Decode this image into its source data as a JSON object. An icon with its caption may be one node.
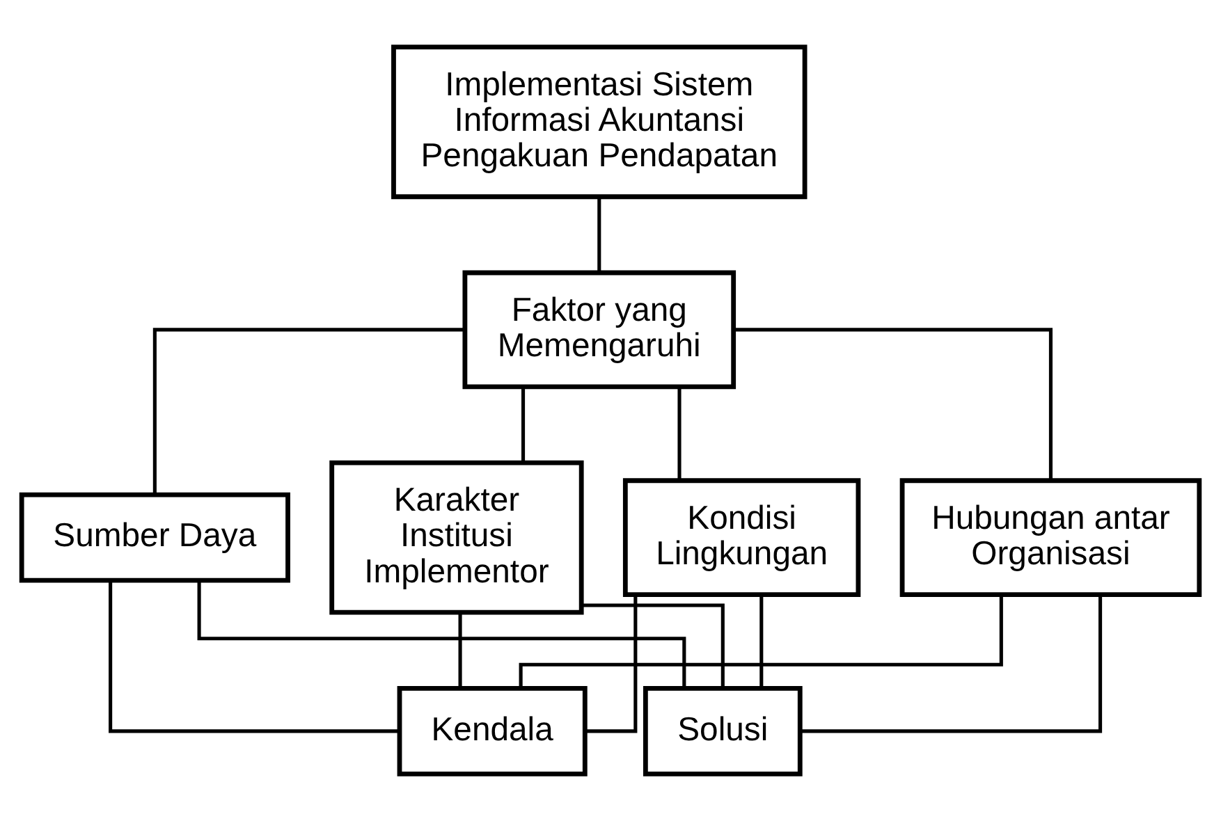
{
  "diagram": {
    "nodes": [
      {
        "text": [
          "Implementasi Sistem Informasi Akuntansi Pengakuan Pendapatan"
        ]
      },
      {
        "text": [
          "Faktor yang Memengaruhi"
        ]
      },
      {
        "text": [
          "Kondisi Lingkungan"
        ]
      },
      {
        "text": [
          "Hubungan antar Organisasi"
        ]
      },
      {
        "text": [
          "Sumber Daya"
        ]
      },
      {
        "text": [
          "Karakter Institusi Implementor"
        ]
      },
      {
        "text": [
          "Kendala"
        ]
      },
      {
        "text": [
          "Solusi"
        ]
      }
    ],
    "edges": [
      {
        "from": 0,
        "to": 1,
        "arrow": "none"
      },
      {
        "from": 1,
        "to": 2,
        "arrow": "none"
      },
      {
        "from": 1,
        "to": 3,
        "arrow": "none"
      },
      {
        "from": 1,
        "to": 4,
        "arrow": "none"
      },
      {
        "from": 1,
        "to": 5,
        "arrow": "none"
      },
      {
        "from": 2,
        "to": 6,
        "arrow": "none"
      },
      {
        "from": 3,
        "to": 6,
        "arrow": "none"
      },
      {
        "from": 4,
        "to": 6,
        "arrow": "none"
      },
      {
        "from": 5,
        "to": 6,
        "arrow": "none"
      },
      {
        "from": 2,
        "to": 7,
        "arrow": "none"
      },
      {
        "from": 3,
        "to": 7,
        "arrow": "none"
      },
      {
        "from": 4,
        "to": 7,
        "arrow": "none"
      },
      {
        "from": 5,
        "to": 7,
        "arrow": "none"
      }
    ]
  }
}
